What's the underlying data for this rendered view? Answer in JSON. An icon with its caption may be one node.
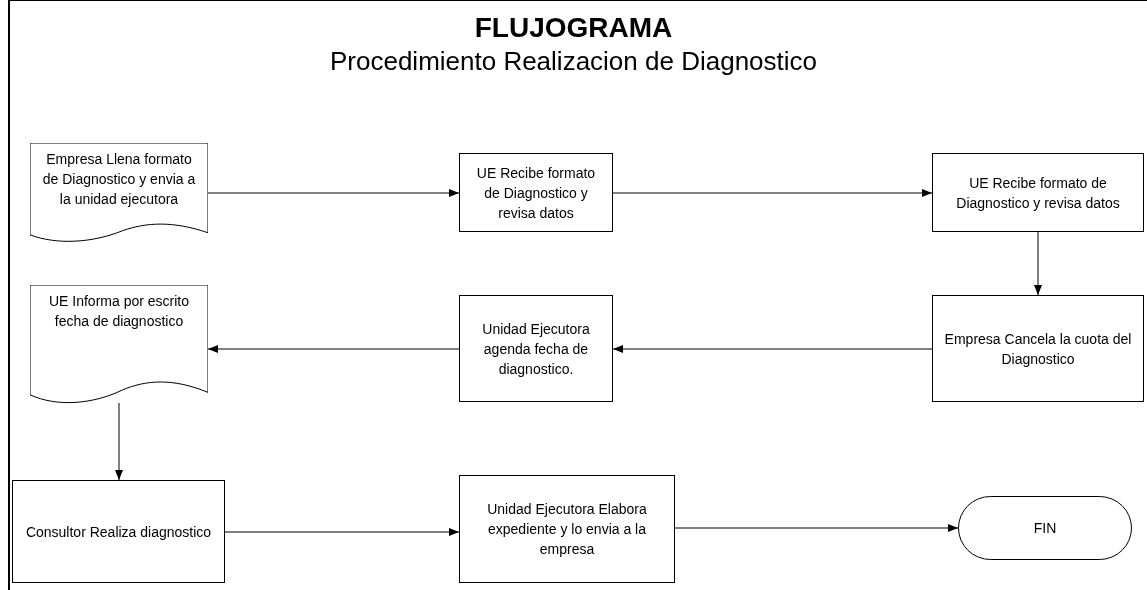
{
  "diagram": {
    "title": "FLUJOGRAMA",
    "caption": "Procedimiento Realizacion de Diagnostico",
    "nodes": [
      {
        "text": [
          "Empresa Llena formato de Diagnostico y envia a la unidad ejecutora"
        ]
      },
      {
        "text": [
          "UE Recibe formato de Diagnostico y revisa datos"
        ]
      },
      {
        "text": [
          "UE Recibe formato de Diagnostico y revisa datos"
        ]
      },
      {
        "text": [
          "Empresa Cancela la cuota del Diagnostico"
        ]
      },
      {
        "text": [
          "Unidad Ejecutora agenda fecha de diagnostico."
        ]
      },
      {
        "text": [
          "UE Informa por escrito fecha de diagnostico"
        ]
      },
      {
        "text": [
          "Consultor Realiza diagnostico"
        ]
      },
      {
        "text": [
          "Unidad Ejecutora Elabora expediente y lo envia a la empresa"
        ]
      },
      {
        "text": [
          "FIN"
        ]
      }
    ],
    "edges": [
      {
        "from": 0,
        "to": 1,
        "arrow": "to"
      },
      {
        "from": 1,
        "to": 2,
        "arrow": "to"
      },
      {
        "from": 2,
        "to": 3,
        "arrow": "to"
      },
      {
        "from": 3,
        "to": 4,
        "arrow": "to"
      },
      {
        "from": 4,
        "to": 5,
        "arrow": "to"
      },
      {
        "from": 5,
        "to": 6,
        "arrow": "to"
      },
      {
        "from": 6,
        "to": 7,
        "arrow": "to"
      },
      {
        "from": 7,
        "to": 8,
        "arrow": "to"
      }
    ]
  }
}
